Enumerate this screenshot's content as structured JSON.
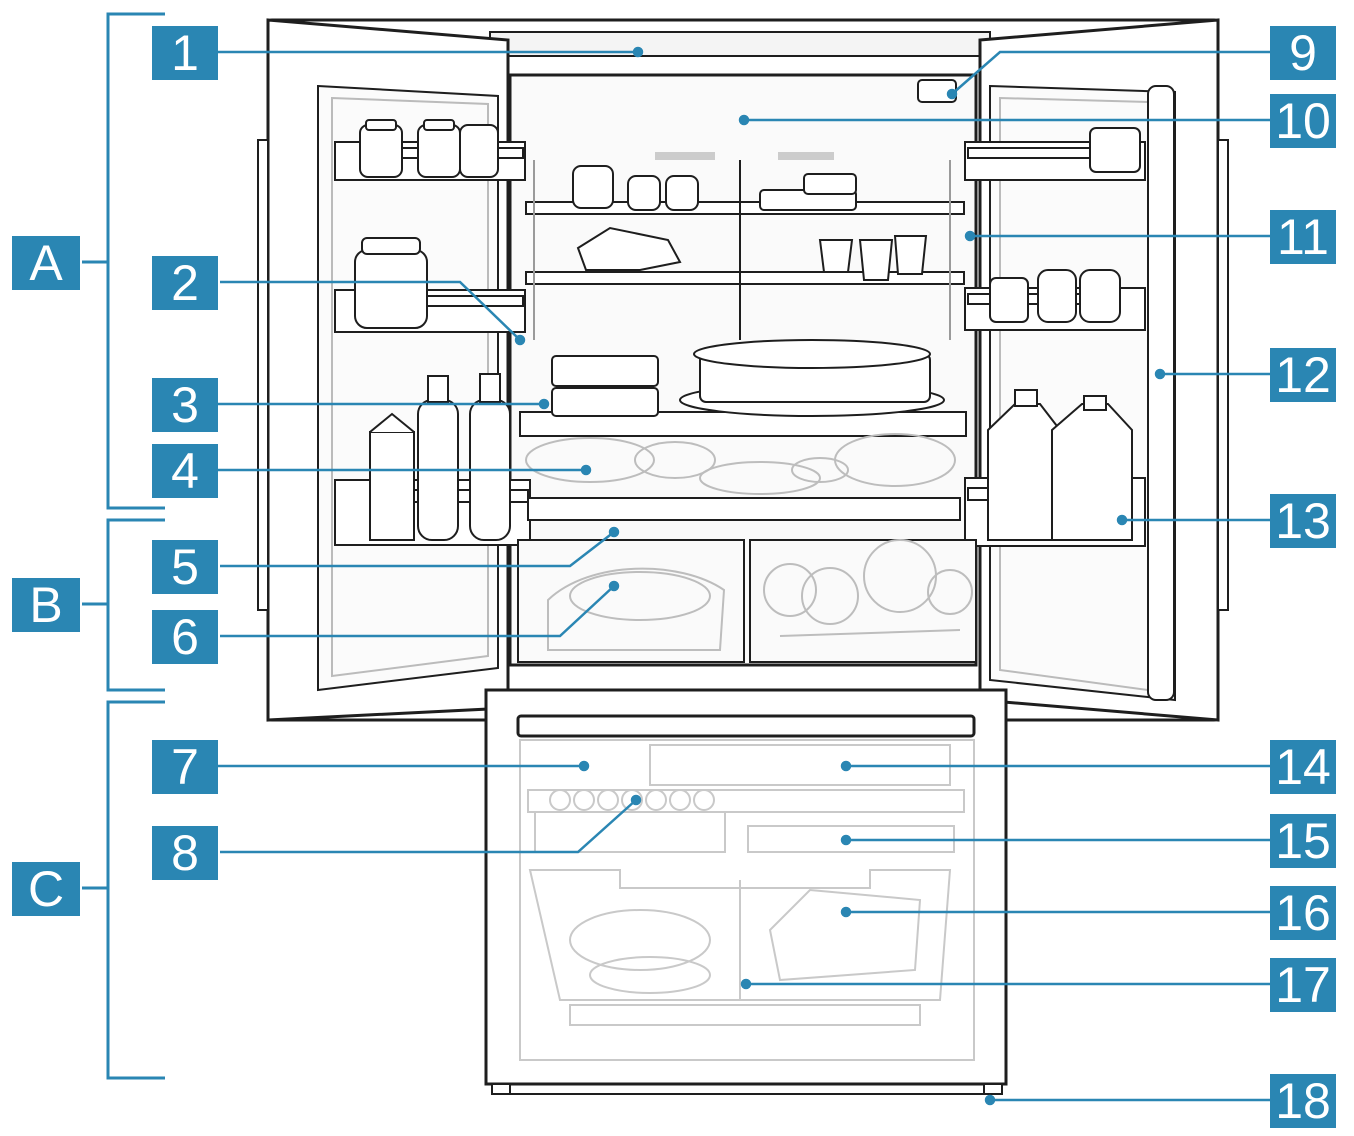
{
  "diagram": {
    "sections": [
      {
        "id": "A",
        "label": "A"
      },
      {
        "id": "B",
        "label": "B"
      },
      {
        "id": "C",
        "label": "C"
      }
    ],
    "callouts": [
      {
        "number": "1"
      },
      {
        "number": "2"
      },
      {
        "number": "3"
      },
      {
        "number": "4"
      },
      {
        "number": "5"
      },
      {
        "number": "6"
      },
      {
        "number": "7"
      },
      {
        "number": "8"
      },
      {
        "number": "9"
      },
      {
        "number": "10"
      },
      {
        "number": "11"
      },
      {
        "number": "12"
      },
      {
        "number": "13"
      },
      {
        "number": "14"
      },
      {
        "number": "15"
      },
      {
        "number": "16"
      },
      {
        "number": "17"
      },
      {
        "number": "18"
      }
    ],
    "colors": {
      "accent": "#2a86b3",
      "outline": "#1e1e1e",
      "ghost": "#c9c9c9",
      "fill": "#f7f7f7"
    }
  }
}
